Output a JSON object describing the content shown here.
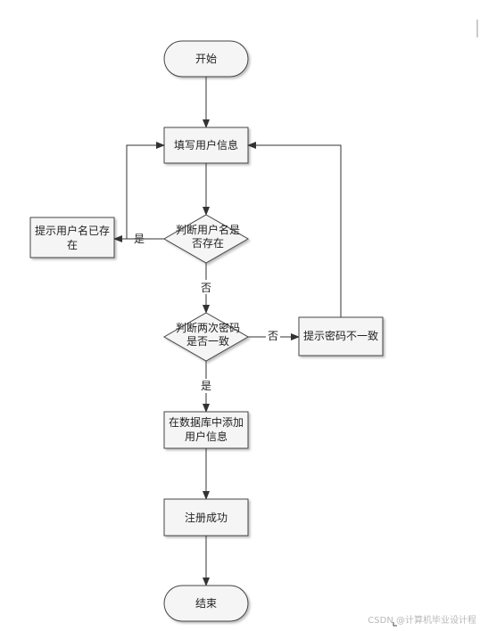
{
  "nodes": {
    "start": "开始",
    "fill_info": "填写用户信息",
    "check_user_line1": "判断用户名是",
    "check_user_line2": "否存在",
    "user_exists_line1": "提示用户名已存",
    "user_exists_line2": "在",
    "check_pwd_line1": "判断两次密码",
    "check_pwd_line2": "是否一致",
    "pwd_mismatch": "提示密码不一致",
    "add_db_line1": "在数据库中添加",
    "add_db_line2": "用户信息",
    "register_success": "注册成功",
    "end": "结束"
  },
  "edges": {
    "yes_user_exists": "是",
    "no_user_exists": "否",
    "no_pwd_match": "否",
    "yes_pwd_match": "是"
  },
  "watermark": "CSDN @计算机毕业设计程"
}
